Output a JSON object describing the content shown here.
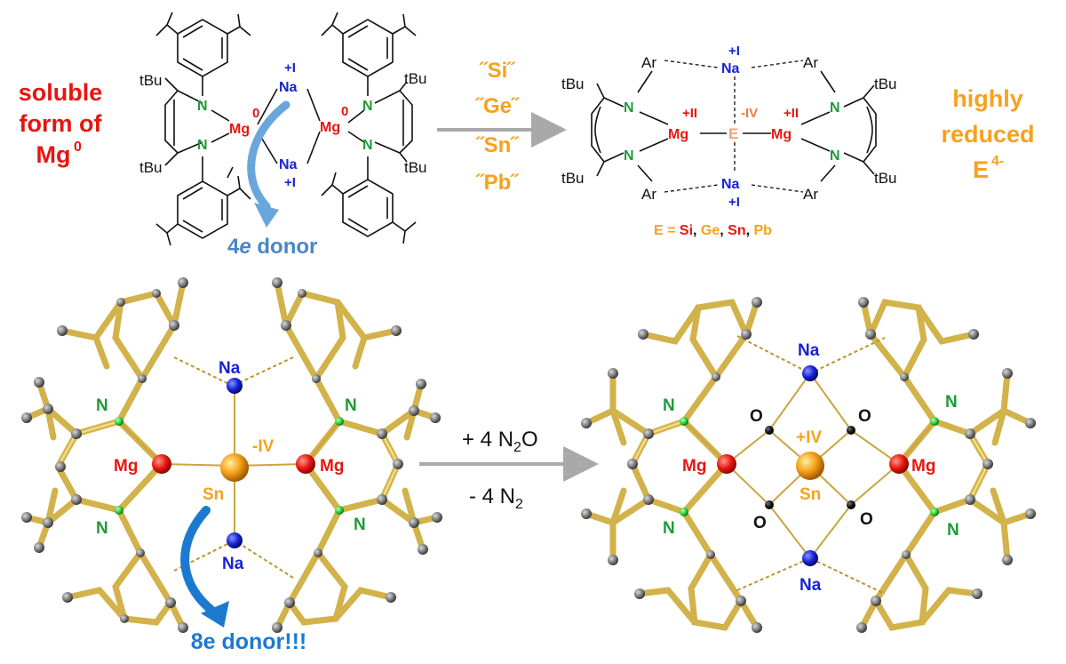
{
  "top_left_caption": {
    "line1": "soluble",
    "line2": "form of",
    "line3": "Mg",
    "line3_sup": "0"
  },
  "top_right_caption": {
    "line1": "highly",
    "line2": "reduced",
    "line3": "E",
    "line3_sup": "4-"
  },
  "reagents": [
    "˝Si˝",
    "˝Ge˝",
    "˝Sn˝",
    "˝Pb˝"
  ],
  "left_complex": {
    "tBu": "tBu",
    "N": "N",
    "Mg": "Mg",
    "Na": "Na",
    "ox_Mg": "0",
    "ox_Na": "+I",
    "donor_arrow_label": {
      "number": "4",
      "italic": "e",
      "rest": " donor"
    }
  },
  "right_complex": {
    "tBu": "tBu",
    "Ar": "Ar",
    "N": "N",
    "Mg": "Mg",
    "Na": "Na",
    "E": "E",
    "ox_Mg": "+II",
    "ox_Na": "+I",
    "ox_E": "-IV",
    "element_list": {
      "prefix": "E = ",
      "items": [
        "Si",
        "Ge",
        "Sn",
        "Pb"
      ]
    }
  },
  "crystal_left": {
    "N": "N",
    "Mg": "Mg",
    "Na": "Na",
    "Sn": "Sn",
    "ox_Sn": "-IV",
    "donor_label": "8e donor!!!"
  },
  "crystal_right": {
    "N": "N",
    "Mg": "Mg",
    "Na": "Na",
    "Sn": "Sn",
    "O": "O",
    "ox_Sn": "+IV"
  },
  "reaction_conditions": {
    "above": "+ 4 N",
    "above_sub": "2",
    "above_end": "O",
    "below": "- 4 N",
    "below_sub": "2"
  },
  "colors": {
    "magnesium": "#e8150f",
    "sodium": "#1622d6",
    "nitrogen": "#1e9a3a",
    "tin": "#f7a11d",
    "carbon_stick": "#d2b24a",
    "arrow_grey": "#a9a9a9",
    "donor_arrow": "#1b7ad0"
  }
}
